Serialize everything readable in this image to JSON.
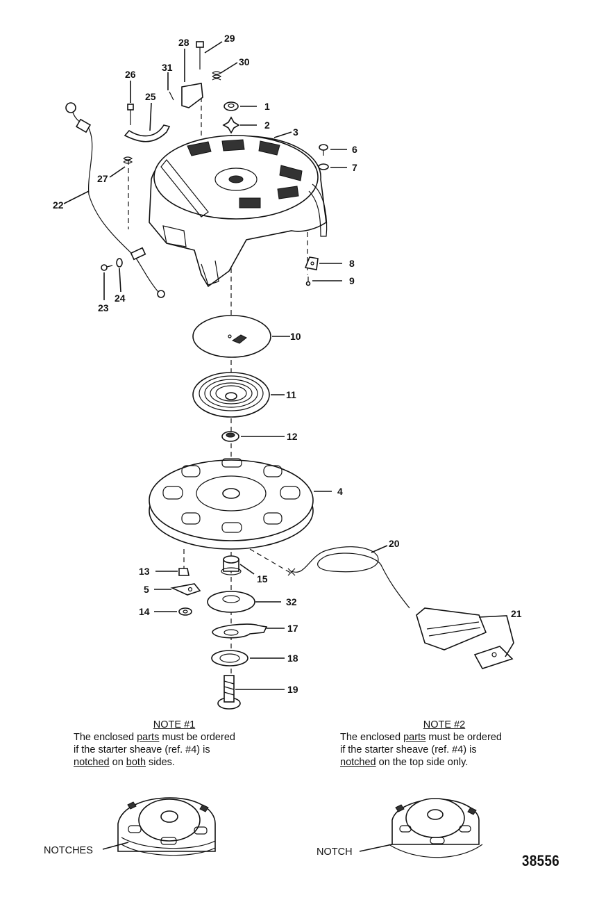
{
  "figure": {
    "id": "38556",
    "callouts": [
      "1",
      "2",
      "3",
      "4",
      "5",
      "6",
      "7",
      "8",
      "9",
      "10",
      "11",
      "12",
      "13",
      "14",
      "15",
      "17",
      "18",
      "19",
      "20",
      "21",
      "22",
      "23",
      "24",
      "25",
      "26",
      "27",
      "28",
      "29",
      "30",
      "31",
      "32"
    ]
  },
  "notes": [
    {
      "title": "NOTE #1",
      "line1_a": "The enclosed ",
      "line1_u": "parts",
      "line1_b": " must be ordered",
      "line2": "if the starter sheave (ref. #4) is",
      "line3_u1": "notched",
      "line3_a": " on ",
      "line3_u2": "both",
      "line3_b": " sides.",
      "detail_label": "NOTCHES"
    },
    {
      "title": "NOTE #2",
      "line1_a": "The enclosed ",
      "line1_u": "parts",
      "line1_b": " must be ordered",
      "line2": "if the starter sheave (ref. #4) is",
      "line3_u1": "notched",
      "line3_a": " on the top side only.",
      "detail_label": "NOTCH"
    }
  ]
}
